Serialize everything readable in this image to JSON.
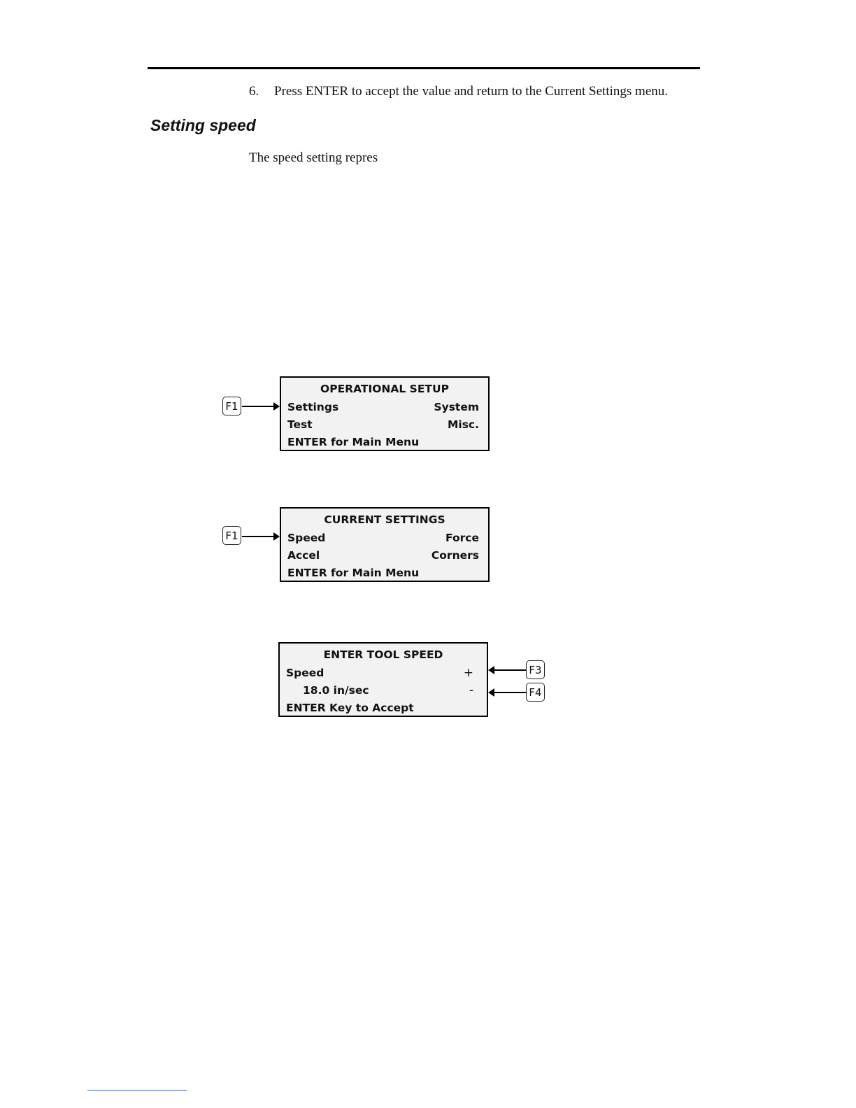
{
  "step": {
    "number": "6.",
    "text": "Press ENTER to accept the value and return to the Current Settings menu."
  },
  "section": {
    "heading": "Setting speed",
    "paragraph": "The speed setting repres"
  },
  "screens": [
    {
      "title": "OPERATIONAL SETUP",
      "row2_left": "Settings",
      "row2_right": "System",
      "row3_left": "Test",
      "row3_right": "Misc.",
      "row4": "ENTER for Main Menu",
      "key": "F1"
    },
    {
      "title": "CURRENT SETTINGS",
      "row2_left": "Speed",
      "row2_right": "Force",
      "row3_left": "Accel",
      "row3_right": "Corners",
      "row4": "ENTER for Main Menu",
      "key": "F1"
    },
    {
      "title": "ENTER TOOL SPEED",
      "row2_left": "Speed",
      "row2_right": "+",
      "row3_left": "18.0 in/sec",
      "row3_right": "-",
      "row4": "ENTER Key to Accept",
      "key_plus": "F3",
      "key_minus": "F4"
    }
  ]
}
